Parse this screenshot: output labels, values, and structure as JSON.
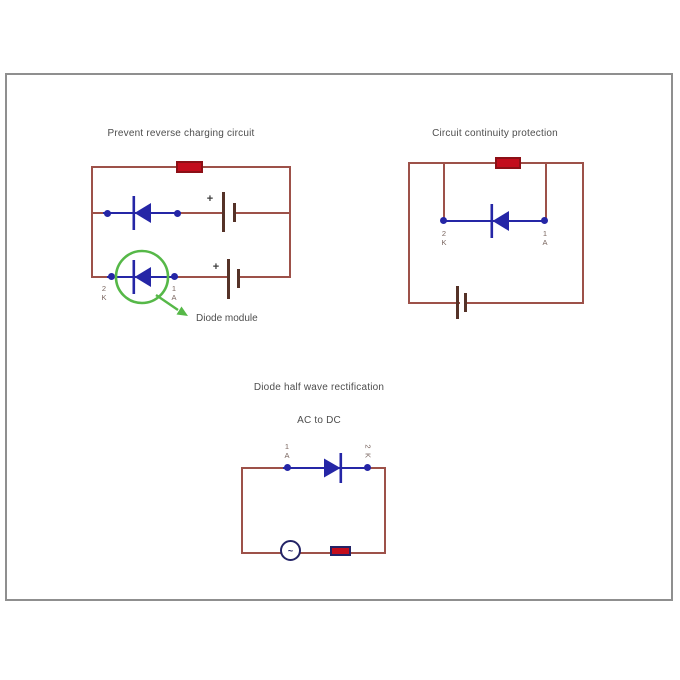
{
  "colors": {
    "wire": "#9d5149",
    "blue": "#2526a6",
    "green": "#56b848",
    "resistor-fill": "#c30d1c",
    "resistor-border": "#8c1016",
    "navy-border": "#232366",
    "plate": "#553228",
    "frame": "#8f8f8f",
    "text": "#4d4d4d",
    "pin": "#7a6660"
  },
  "circuits": {
    "prevent": {
      "title": "Prevent reverse charging circuit",
      "battery1_plus": "+",
      "battery2_plus": "+",
      "pins": {
        "left_num": "2",
        "left_letter": "K",
        "right_num": "1",
        "right_letter": "A"
      },
      "callout": "Diode module"
    },
    "continuity": {
      "title": "Circuit continuity protection",
      "pins": {
        "left_num": "2",
        "left_letter": "K",
        "right_num": "1",
        "right_letter": "A"
      }
    },
    "halfwave": {
      "title": "Diode half wave rectification",
      "subtitle": "AC to DC",
      "pins": {
        "left_num": "1",
        "left_letter": "A",
        "right_num": "2",
        "right_letter": "K"
      },
      "ac_symbol": "~"
    }
  }
}
